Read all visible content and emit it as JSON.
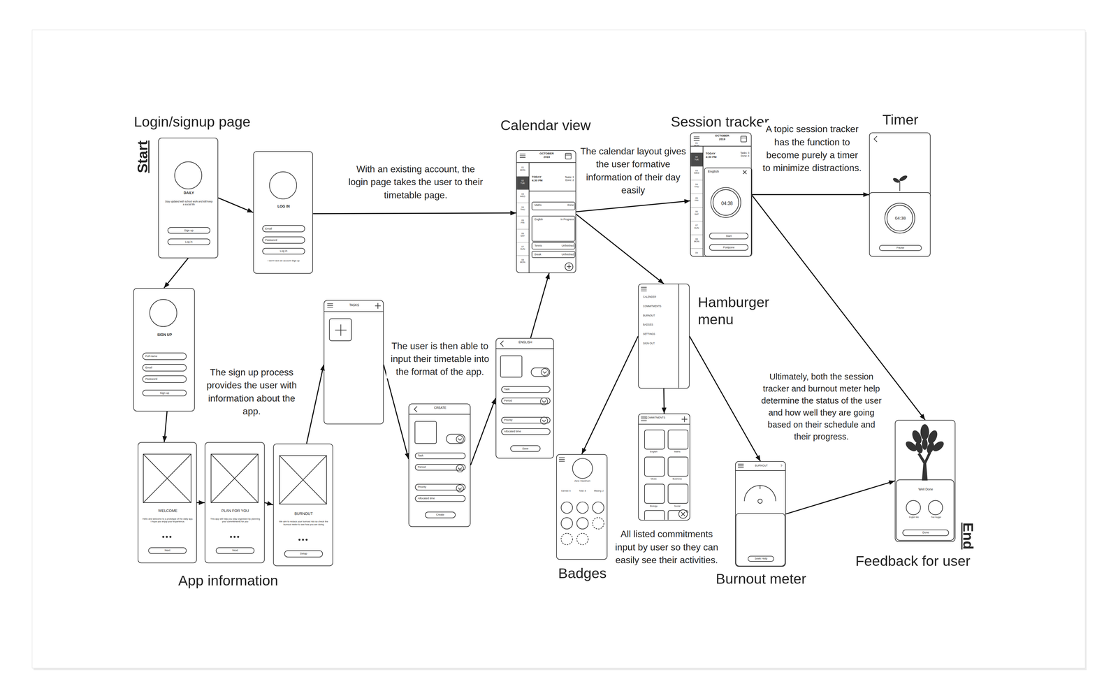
{
  "diagram": {
    "nodes": [
      {
        "text": [
          "Login/signup page",
          "DAILY",
          "Stay updated with school work and still keep a social life"
        ]
      },
      {
        "text": [
          "Sign up"
        ],
        "in": 0
      },
      {
        "text": [
          "Log in"
        ],
        "in": 0
      },
      {
        "text": [
          "LOG IN",
          "I don't have an account Sign up"
        ]
      },
      {
        "text": [
          "Email"
        ],
        "in": 3
      },
      {
        "text": [
          "Password"
        ],
        "in": 3
      },
      {
        "text": [
          "Log in"
        ],
        "in": 3
      },
      {
        "text": [
          "SIGN UP"
        ]
      },
      {
        "text": [
          "Full name"
        ],
        "in": 7
      },
      {
        "text": [
          "Email"
        ],
        "in": 7
      },
      {
        "text": [
          "Password"
        ],
        "in": 7
      },
      {
        "text": [
          "Sign up"
        ],
        "in": 7
      },
      {
        "text": [
          "WELCOME",
          "Hello and welcome to a prototype of the daily app. I hope you enjoy your experience."
        ]
      },
      {
        "text": [
          "Next"
        ],
        "in": 12
      },
      {
        "text": [
          "PLAN FOR YOU",
          "This app will help you stay organised by planning your commitments for you"
        ]
      },
      {
        "text": [
          "Next"
        ],
        "in": 14
      },
      {
        "text": [
          "BURNOUT",
          "We aim to reduce your burnout risk so check the burnout meter to see how you are doing"
        ]
      },
      {
        "text": [
          "Setup"
        ],
        "in": 16
      },
      {
        "text": [
          "TASKS"
        ]
      },
      {
        "text": [
          "CREATE"
        ]
      },
      {
        "text": [
          "Task"
        ],
        "in": 19
      },
      {
        "text": [
          "Period"
        ],
        "in": 19
      },
      {
        "text": [
          "Priority"
        ],
        "in": 19
      },
      {
        "text": [
          "Allocated time"
        ],
        "in": 19
      },
      {
        "text": [
          "Create"
        ],
        "in": 19
      },
      {
        "text": [
          "ENGLISH"
        ]
      },
      {
        "text": [
          "Task"
        ],
        "in": 25
      },
      {
        "text": [
          "Period"
        ],
        "in": 25
      },
      {
        "text": [
          "Priority"
        ],
        "in": 25
      },
      {
        "text": [
          "Allocated time"
        ],
        "in": 25
      },
      {
        "text": [
          "Save"
        ],
        "in": 25
      },
      {
        "text": [
          "Calendar view",
          "OCTOBER 2019",
          "TODAY 4:30 PM",
          "Tasks: 3 Done: 2"
        ]
      },
      {
        "text": [
          "Maths",
          "Done"
        ],
        "in": 31
      },
      {
        "text": [
          "English",
          "In Progress"
        ],
        "in": 31
      },
      {
        "text": [
          "Tennis",
          "Unfinished"
        ],
        "in": 31
      },
      {
        "text": [
          "Break",
          "Unfinished"
        ],
        "in": 31
      },
      {
        "text": [
          "Session tracker",
          "OCTOBER 2019",
          "TODAY 4:30 PM",
          "Tasks: 3 Done: 4"
        ]
      },
      {
        "text": [
          "English",
          "04:38"
        ],
        "in": 36
      },
      {
        "text": [
          "Start"
        ],
        "in": 37
      },
      {
        "text": [
          "Postpone"
        ],
        "in": 37
      },
      {
        "text": [
          "Timer",
          "04:38"
        ]
      },
      {
        "text": [
          "Pause"
        ],
        "in": 40
      },
      {
        "text": [
          "Hamburger menu",
          "CALENDER",
          "COMMITMENTS",
          "BURNOUT",
          "BADGES",
          "SETTINGS",
          "SIGN OUT"
        ]
      },
      {
        "text": [
          "Badges",
          "Zane Hawkham",
          "Earned: 6",
          "Total: 8",
          "Missing: 2"
        ]
      },
      {
        "text": [
          "COMMITMENTS",
          "English",
          "Maths",
          "Music",
          "Business",
          "Biology",
          "Social"
        ]
      },
      {
        "text": [
          "Burnout meter",
          "BURNOUT",
          "?"
        ]
      },
      {
        "text": [
          "Seek Help"
        ],
        "in": 45
      },
      {
        "text": [
          "Feedback for user",
          "Well Done",
          "English Wiz",
          "Tree Hugger"
        ]
      },
      {
        "text": [
          "Done"
        ],
        "in": 47
      }
    ],
    "edges": [
      {
        "from": 0,
        "to": 3,
        "arrow": "to"
      },
      {
        "from": 0,
        "to": 7,
        "arrow": "to"
      },
      {
        "from": 3,
        "to": 31,
        "arrow": "to"
      },
      {
        "from": 7,
        "to": 12,
        "arrow": "to"
      },
      {
        "from": 12,
        "to": 14,
        "arrow": "to"
      },
      {
        "from": 14,
        "to": 16,
        "arrow": "to"
      },
      {
        "from": 16,
        "to": 18,
        "arrow": "to"
      },
      {
        "from": 18,
        "to": 19,
        "arrow": "to"
      },
      {
        "from": 19,
        "to": 25,
        "arrow": "to"
      },
      {
        "from": 25,
        "to": 31,
        "arrow": "to"
      },
      {
        "from": 31,
        "to": 36,
        "arrow": "to"
      },
      {
        "from": 31,
        "to": 42,
        "arrow": "to"
      },
      {
        "from": 36,
        "to": 40,
        "arrow": "to"
      },
      {
        "from": 36,
        "to": 47,
        "arrow": "to"
      },
      {
        "from": 42,
        "to": 43,
        "arrow": "to"
      },
      {
        "from": 42,
        "to": 44,
        "arrow": "to"
      },
      {
        "from": 42,
        "to": 45,
        "arrow": "to"
      },
      {
        "from": 45,
        "to": 47,
        "arrow": "to"
      }
    ],
    "labels": [
      "Start",
      "End",
      "App information",
      "With an existing account, the login page takes the user to their timetable page.",
      "The sign up process provides the user with information about the app.",
      "The user is then able to input their timetable into the format of the app.",
      "The calendar layout gives the user formative information of their day easily",
      "A topic session tracker has the function to become purely a timer to minimize distractions.",
      "Ultimately, both the session tracker and burnout meter help determine the status of the user and how well they are going based on their schedule and their progress.",
      "All listed commitments input by user so they can easily see their activities.",
      "01 MON",
      "02 TUE",
      "03 WED",
      "04 THU",
      "05 FRI",
      "06 SAT",
      "07 SUN",
      "08 MON",
      "01 MON",
      "02 TUE",
      "03 WED",
      "04 THU",
      "05 FRI",
      "06 SAT",
      "07 SUN",
      "08 MON",
      "09"
    ]
  }
}
